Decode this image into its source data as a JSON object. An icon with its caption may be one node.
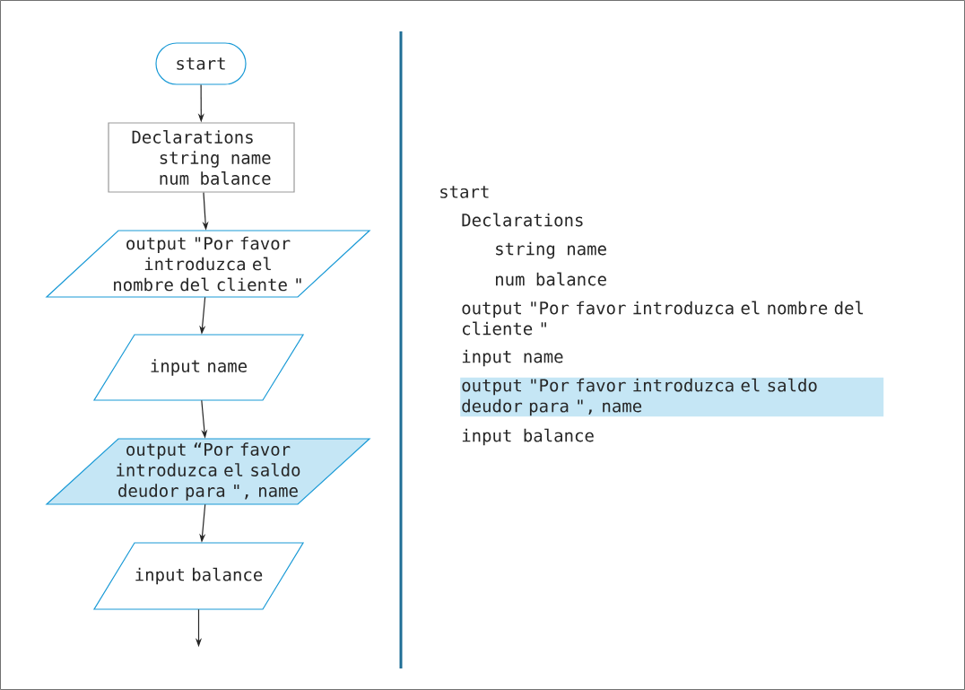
{
  "diagram": {
    "nodes": [
      {
        "text": [
          "start"
        ]
      },
      {
        "text": [
          "Declarations",
          "string name",
          "num balance"
        ]
      },
      {
        "text": [
          "output \"Por favor introduzca el nombre del cliente \""
        ]
      },
      {
        "text": [
          "input name"
        ]
      },
      {
        "text": [
          "output “Por favor introduzca el saldo deudor para \", name"
        ]
      },
      {
        "text": [
          "input balance"
        ]
      }
    ],
    "edges": [
      {
        "from": 0,
        "to": 1,
        "arrow": "to"
      },
      {
        "from": 1,
        "to": 2,
        "arrow": "to"
      },
      {
        "from": 2,
        "to": 3,
        "arrow": "to"
      },
      {
        "from": 3,
        "to": 4,
        "arrow": "to"
      },
      {
        "from": 4,
        "to": 5,
        "arrow": "to"
      },
      {
        "from": 5,
        "to": null,
        "arrow": "to"
      }
    ],
    "labels": [
      "start",
      "Declarations",
      "string name",
      "num balance",
      "output \"Por favor introduzca el nombre del cliente \"",
      "input name",
      "output \"Por favor introduzca el saldo deudor para \", name",
      "input balance"
    ]
  }
}
